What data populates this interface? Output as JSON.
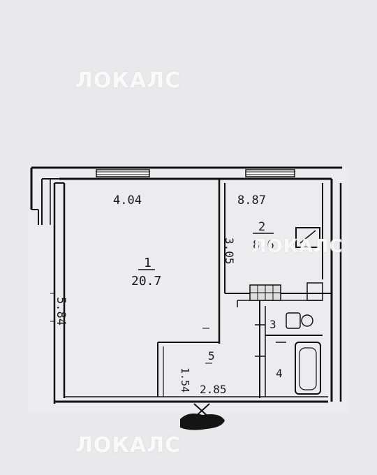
{
  "watermark": "ЛОКАЛС",
  "rooms": [
    {
      "number": "1",
      "area": "20.7"
    },
    {
      "number": "2",
      "area": "8.6"
    },
    {
      "number": "3",
      "area": ""
    },
    {
      "number": "4",
      "area": ""
    },
    {
      "number": "5",
      "area": ""
    }
  ],
  "dimensions": {
    "room1_width": "4.04",
    "room1_length": "5.84",
    "room2_width": "8.87",
    "room2_length": "3.05",
    "hall_width": "2.85",
    "hall_length": "1.54"
  }
}
